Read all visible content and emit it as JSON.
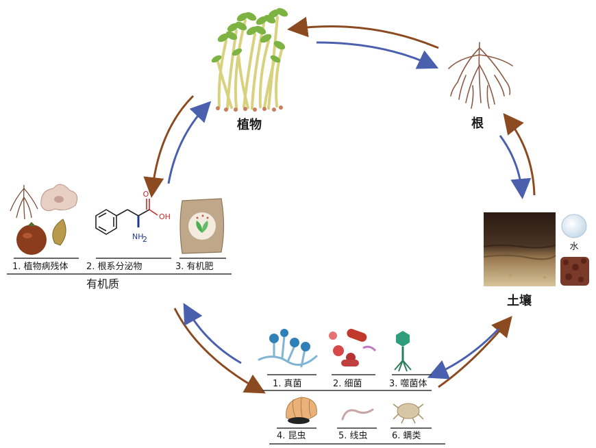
{
  "nodes": {
    "plant": "植物",
    "root": "根",
    "soil": "土壤",
    "water": "水",
    "organic_matter": "有机质"
  },
  "organic_items": [
    "1. 植物病残体",
    "2. 根系分泌物",
    "3. 有机肥"
  ],
  "microbes": [
    "1. 真菌",
    "2. 细菌",
    "3. 噬菌体"
  ],
  "fauna": [
    "4. 昆虫",
    "5. 线虫",
    "6. 螨类"
  ],
  "chem": {
    "oh": "OH",
    "o": "O",
    "nh2": "NH",
    "sub2": "2"
  },
  "colors": {
    "brown_arrow": "#8b4a20",
    "blue_arrow": "#4a5fae"
  }
}
